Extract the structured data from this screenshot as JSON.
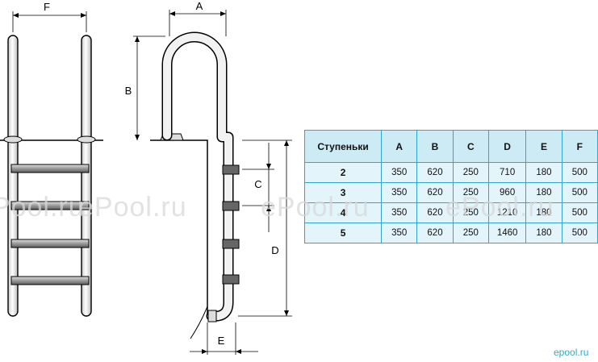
{
  "dimensions": {
    "A": "A",
    "B": "B",
    "C": "C",
    "D": "D",
    "E": "E",
    "F": "F"
  },
  "table": {
    "headers": [
      "Ступеньки",
      "A",
      "B",
      "C",
      "D",
      "E",
      "F"
    ],
    "rows": [
      [
        "2",
        "350",
        "620",
        "250",
        "710",
        "180",
        "500"
      ],
      [
        "3",
        "350",
        "620",
        "250",
        "960",
        "180",
        "500"
      ],
      [
        "4",
        "350",
        "620",
        "250",
        "1210",
        "180",
        "500"
      ],
      [
        "5",
        "350",
        "620",
        "250",
        "1460",
        "180",
        "500"
      ]
    ]
  },
  "watermark": {
    "text": "ePool.ru",
    "corner_text": "epool.ru"
  },
  "colors": {
    "table_border": "#33a6c8",
    "table_fill": "#e3f4fa",
    "table_header_fill": "#cdebf5",
    "watermark_corner": "#35a7c7"
  }
}
